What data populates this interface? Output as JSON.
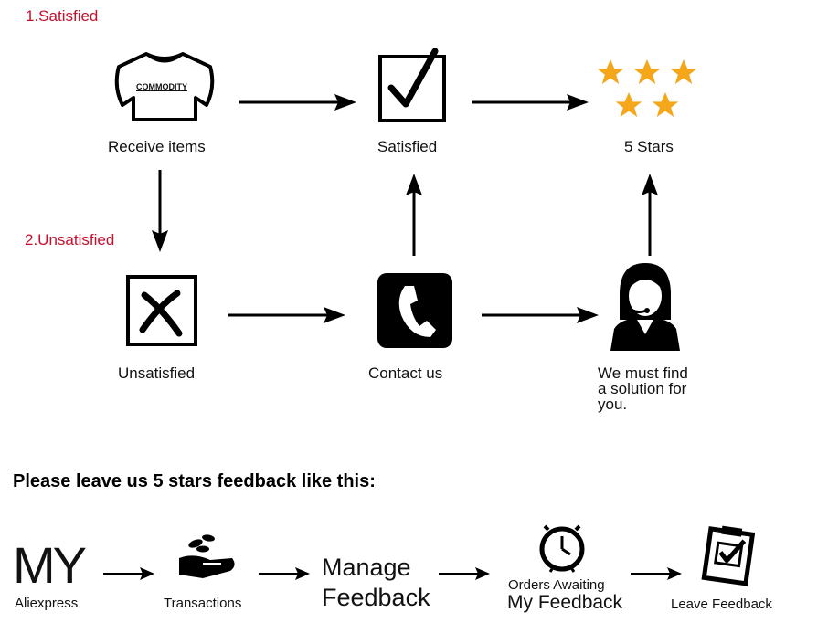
{
  "sections": {
    "satisfied": "1.Satisfied",
    "unsatisfied": "2.Unsatisfied"
  },
  "flow": {
    "receive_items": "Receive items",
    "commodity": "COMMODITY",
    "satisfied": "Satisfied",
    "five_stars": "5 Stars",
    "unsatisfied": "Unsatisfied",
    "contact_us": "Contact us",
    "solution_lines": [
      "We must find",
      "a solution for",
      "you."
    ]
  },
  "feedback": {
    "heading": "Please leave us 5 stars feedback like this:",
    "my": "MY",
    "aliexpress": "Aliexpress",
    "transactions": "Transactions",
    "manage_lines": [
      "Manage",
      "Feedback"
    ],
    "orders_awaiting": "Orders Awaiting",
    "my_feedback": "My Feedback",
    "leave_feedback": "Leave Feedback"
  },
  "colors": {
    "accent_red": "#c8102e",
    "star": "#f5a71c",
    "ink": "#111111"
  },
  "icons": [
    "tshirt-icon",
    "checkbox-checked-icon",
    "stars-icon",
    "x-box-icon",
    "phone-icon",
    "support-agent-icon",
    "hand-coins-icon",
    "clock-icon",
    "clipboard-check-icon"
  ]
}
